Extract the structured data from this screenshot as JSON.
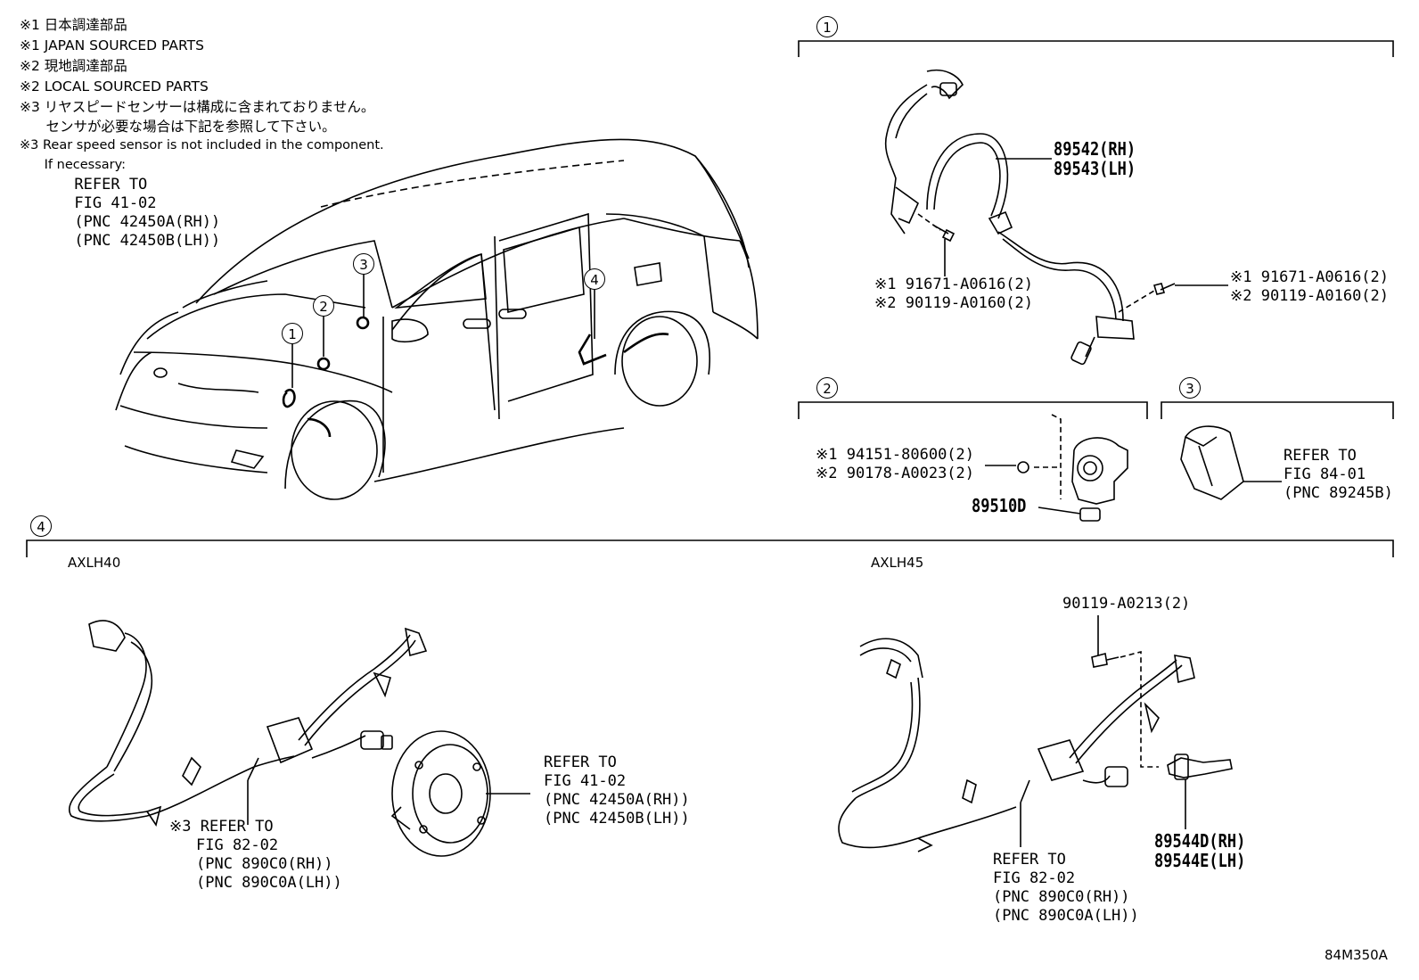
{
  "notes": [
    "※1 日本調達部品",
    "※1 JAPAN SOURCED PARTS",
    "※2 現地調達部品",
    "※2 LOCAL SOURCED PARTS",
    "※3 リヤスピードセンサーは構成に含まれておりません。",
    "      センサが必要な場合は下記を参照して下さい。",
    "※3 Rear speed sensor is not included in the component.",
    "      If necessary:",
    "      REFER TO",
    "      FIG 41-02",
    "      (PNC 42450A(RH))",
    "      (PNC 42450B(LH))"
  ],
  "callouts": [
    "1",
    "2",
    "3",
    "4"
  ],
  "section1": {
    "part_rh": "89542(RH)",
    "part_lh": "89543(LH)",
    "left_bolt_1": "※1 91671-A0616(2)",
    "left_bolt_2": "※2 90119-A0160(2)",
    "right_bolt_1": "※1 91671-A0616(2)",
    "right_bolt_2": "※2 90119-A0160(2)"
  },
  "section2": {
    "nut_1": "※1 94151-80600(2)",
    "nut_2": "※2 90178-A0023(2)",
    "part": "89510D"
  },
  "section3": {
    "ref_1": "REFER TO",
    "ref_2": "FIG 84-01",
    "ref_3": "(PNC 89245B)"
  },
  "section4": {
    "variant_left": "AXLH40",
    "variant_right": "AXLH45",
    "left_ref_1": "※3 REFER TO",
    "left_ref_2": "FIG 82-02",
    "left_ref_3": "(PNC 890C0(RH))",
    "left_ref_4": "(PNC 890C0A(LH))",
    "hub_ref_1": "REFER TO",
    "hub_ref_2": "FIG 41-02",
    "hub_ref_3": "(PNC 42450A(RH))",
    "hub_ref_4": "(PNC 42450B(LH))",
    "bolt": "90119-A0213(2)",
    "right_ref_1": "REFER TO",
    "right_ref_2": "FIG 82-02",
    "right_ref_3": "(PNC 890C0(RH))",
    "right_ref_4": "(PNC 890C0A(LH))",
    "sensor_rh": "89544D(RH)",
    "sensor_lh": "89544E(LH)"
  },
  "figure_code": "84M350A"
}
